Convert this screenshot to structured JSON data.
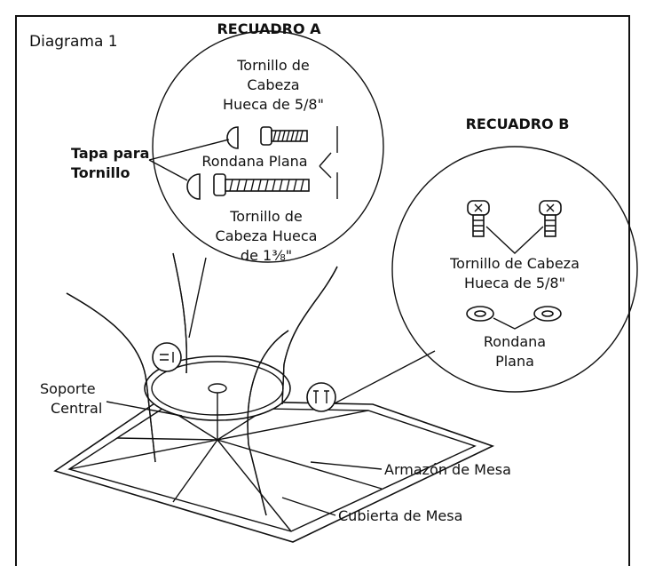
{
  "diagram": {
    "title": "Diagrama 1",
    "inset_a": {
      "heading": "RECUADRO A",
      "screw_short_label": [
        "Tornillo de",
        "Cabeza",
        "Hueca de 5/8\""
      ],
      "flat_washer_label": "Rondana Plana",
      "screw_long_label": [
        "Tornillo de",
        "Cabeza Hueca",
        "de 1⅜\""
      ]
    },
    "inset_b": {
      "heading": "RECUADRO B",
      "screw_label": [
        "Tornillo de Cabeza",
        "Hueca de 5/8\""
      ],
      "washer_label": [
        "Rondana",
        "Plana"
      ]
    },
    "callouts": {
      "screw_cap": [
        "Tapa para",
        "Tornillo"
      ],
      "center_support": [
        "Soporte",
        "Central"
      ],
      "table_frame": "Armazón de Mesa",
      "table_top": "Cubierta de Mesa"
    },
    "colors": {
      "ink": "#111111",
      "paper": "#ffffff"
    }
  }
}
